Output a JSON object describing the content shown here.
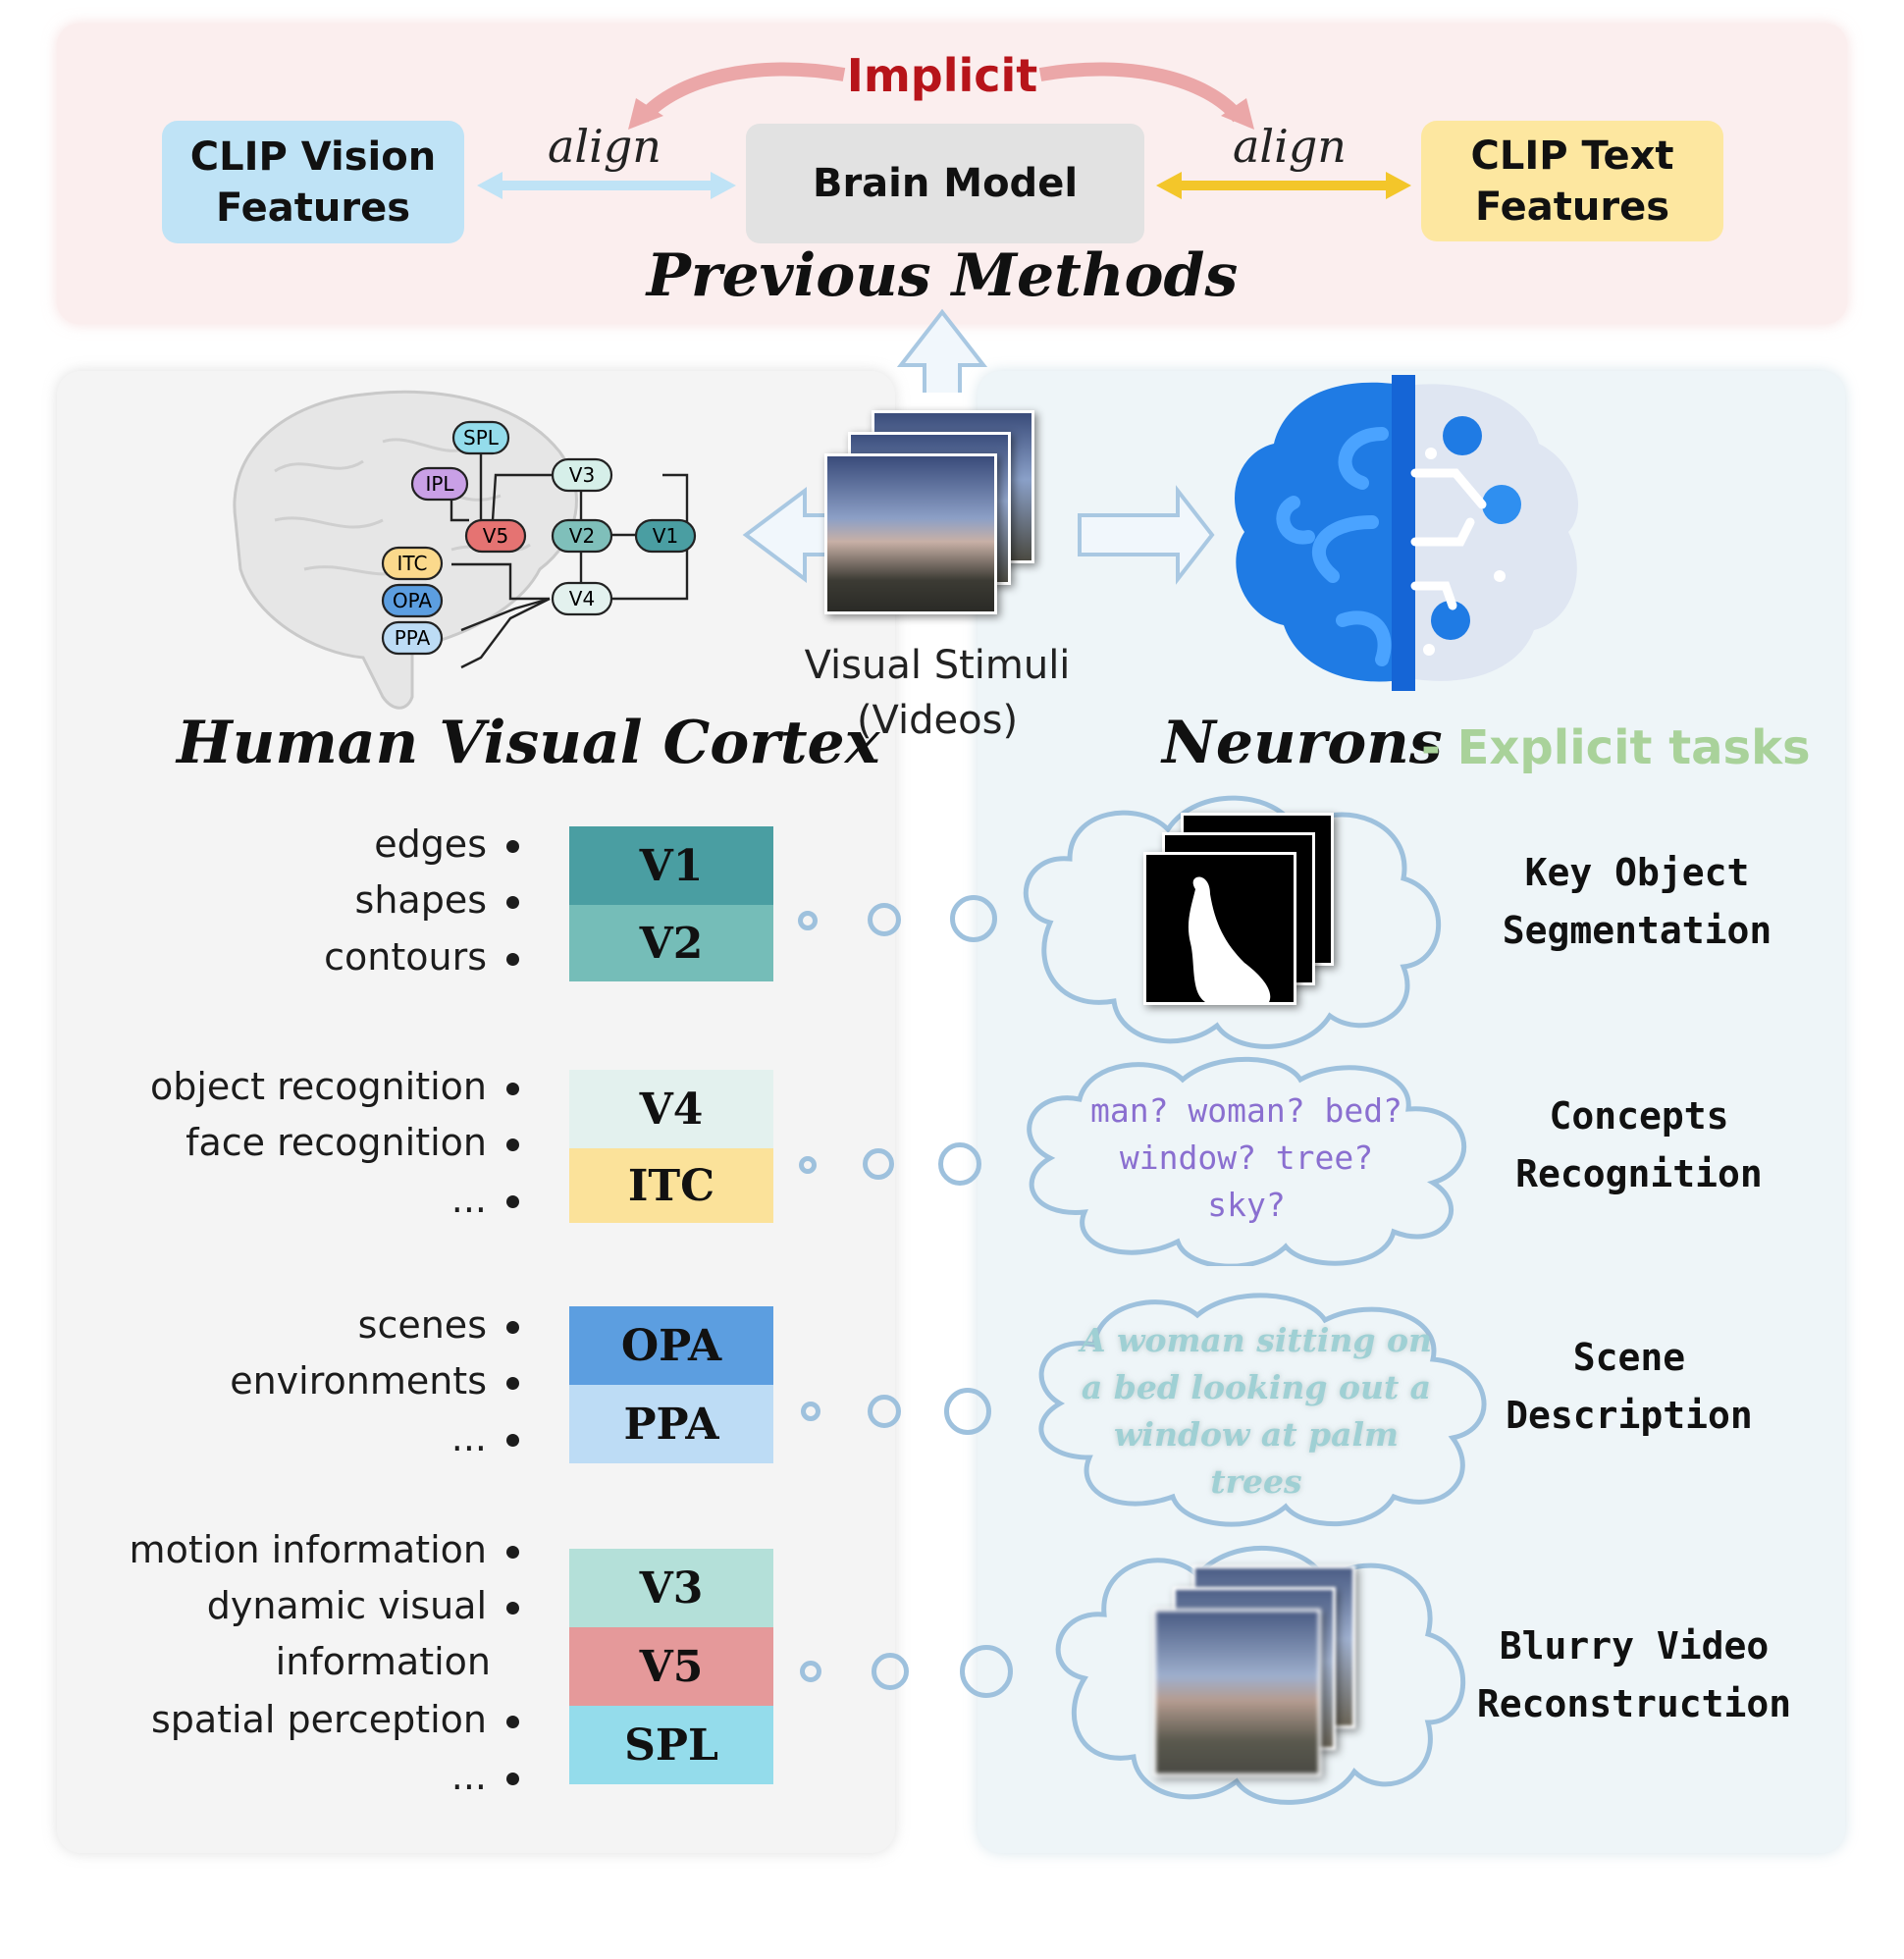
{
  "top": {
    "implicit_label": "Implicit",
    "clip_vision": "CLIP Vision Features",
    "brain_model": "Brain Model",
    "clip_text": "CLIP Text Features",
    "align_left": "align",
    "align_right": "align",
    "title": "Previous Methods"
  },
  "middle": {
    "cortex_title": "Human Visual Cortex",
    "stimuli_line1": "Visual Stimuli",
    "stimuli_line2": "(Videos)",
    "neurons_title": "Neurons",
    "explicit_label": "- Explicit tasks",
    "brain_nodes": [
      "SPL",
      "IPL",
      "V3",
      "V5",
      "V2",
      "V1",
      "ITC",
      "OPA",
      "V4",
      "PPA"
    ]
  },
  "groups": [
    {
      "functions": [
        "edges",
        "shapes",
        "contours"
      ],
      "regions": [
        "V1",
        "V2"
      ],
      "task_line1": "Key Object",
      "task_line2": "Segmentation"
    },
    {
      "functions": [
        "object recognition",
        "face recognition",
        "..."
      ],
      "regions": [
        "V4",
        "ITC"
      ],
      "concepts": [
        "man? woman? bed?",
        "window? tree?",
        "sky?"
      ],
      "task_line1": "Concepts",
      "task_line2": "Recognition"
    },
    {
      "functions": [
        "scenes",
        "environments",
        "..."
      ],
      "regions": [
        "OPA",
        "PPA"
      ],
      "scene_text": [
        "A woman sitting on",
        "a bed looking out a",
        "window at palm",
        "trees"
      ],
      "task_line1": "Scene",
      "task_line2": "Description"
    },
    {
      "functions": [
        "motion information",
        "dynamic visual",
        "information",
        "spatial perception",
        "..."
      ],
      "regions": [
        "V3",
        "V5",
        "SPL"
      ],
      "task_line1": "Blurry Video",
      "task_line2": "Reconstruction"
    }
  ],
  "colors": {
    "V1": "#4a9ea2",
    "V2": "#75bdb8",
    "V4": "#e3f1ee",
    "ITC": "#fbe29a",
    "OPA": "#5c9ee0",
    "PPA": "#bddcf5",
    "V3": "#b4e0d9",
    "V5": "#e5999a",
    "SPL": "#94dceb",
    "clip_vision_bg": "#bfe3f6",
    "brain_model_bg": "#e2e2e2",
    "clip_text_bg": "#fde7a0",
    "implicit": "#b7141a",
    "explicit": "#a9d29a",
    "neuron_blue": "#1f7be4"
  }
}
